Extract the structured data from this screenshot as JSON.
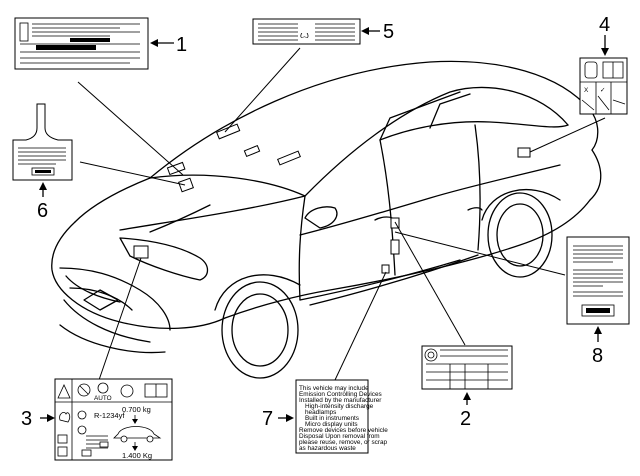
{
  "callouts": [
    {
      "id": "1",
      "label": "1"
    },
    {
      "id": "2",
      "label": "2"
    },
    {
      "id": "3",
      "label": "3"
    },
    {
      "id": "4",
      "label": "4"
    },
    {
      "id": "5",
      "label": "5"
    },
    {
      "id": "6",
      "label": "6"
    },
    {
      "id": "7",
      "label": "7"
    },
    {
      "id": "8",
      "label": "8"
    }
  ],
  "label3": {
    "auto": "AUTO",
    "refrigerant": "R-1234yf",
    "oil_amount": "0.700 kg",
    "charge_amount": "1.400 Kg"
  },
  "label7": {
    "lines": [
      "This vehicle may include",
      "Emission Controlling Devices",
      "Installed by the manufacturer",
      "High-intensity discharge",
      "headlamps",
      "Built in instruments",
      "Micro display units",
      "Remove devices before vehicle",
      "Disposal Upon removal from",
      "please reuse, remove, or scrap",
      "as hazardous waste"
    ]
  }
}
